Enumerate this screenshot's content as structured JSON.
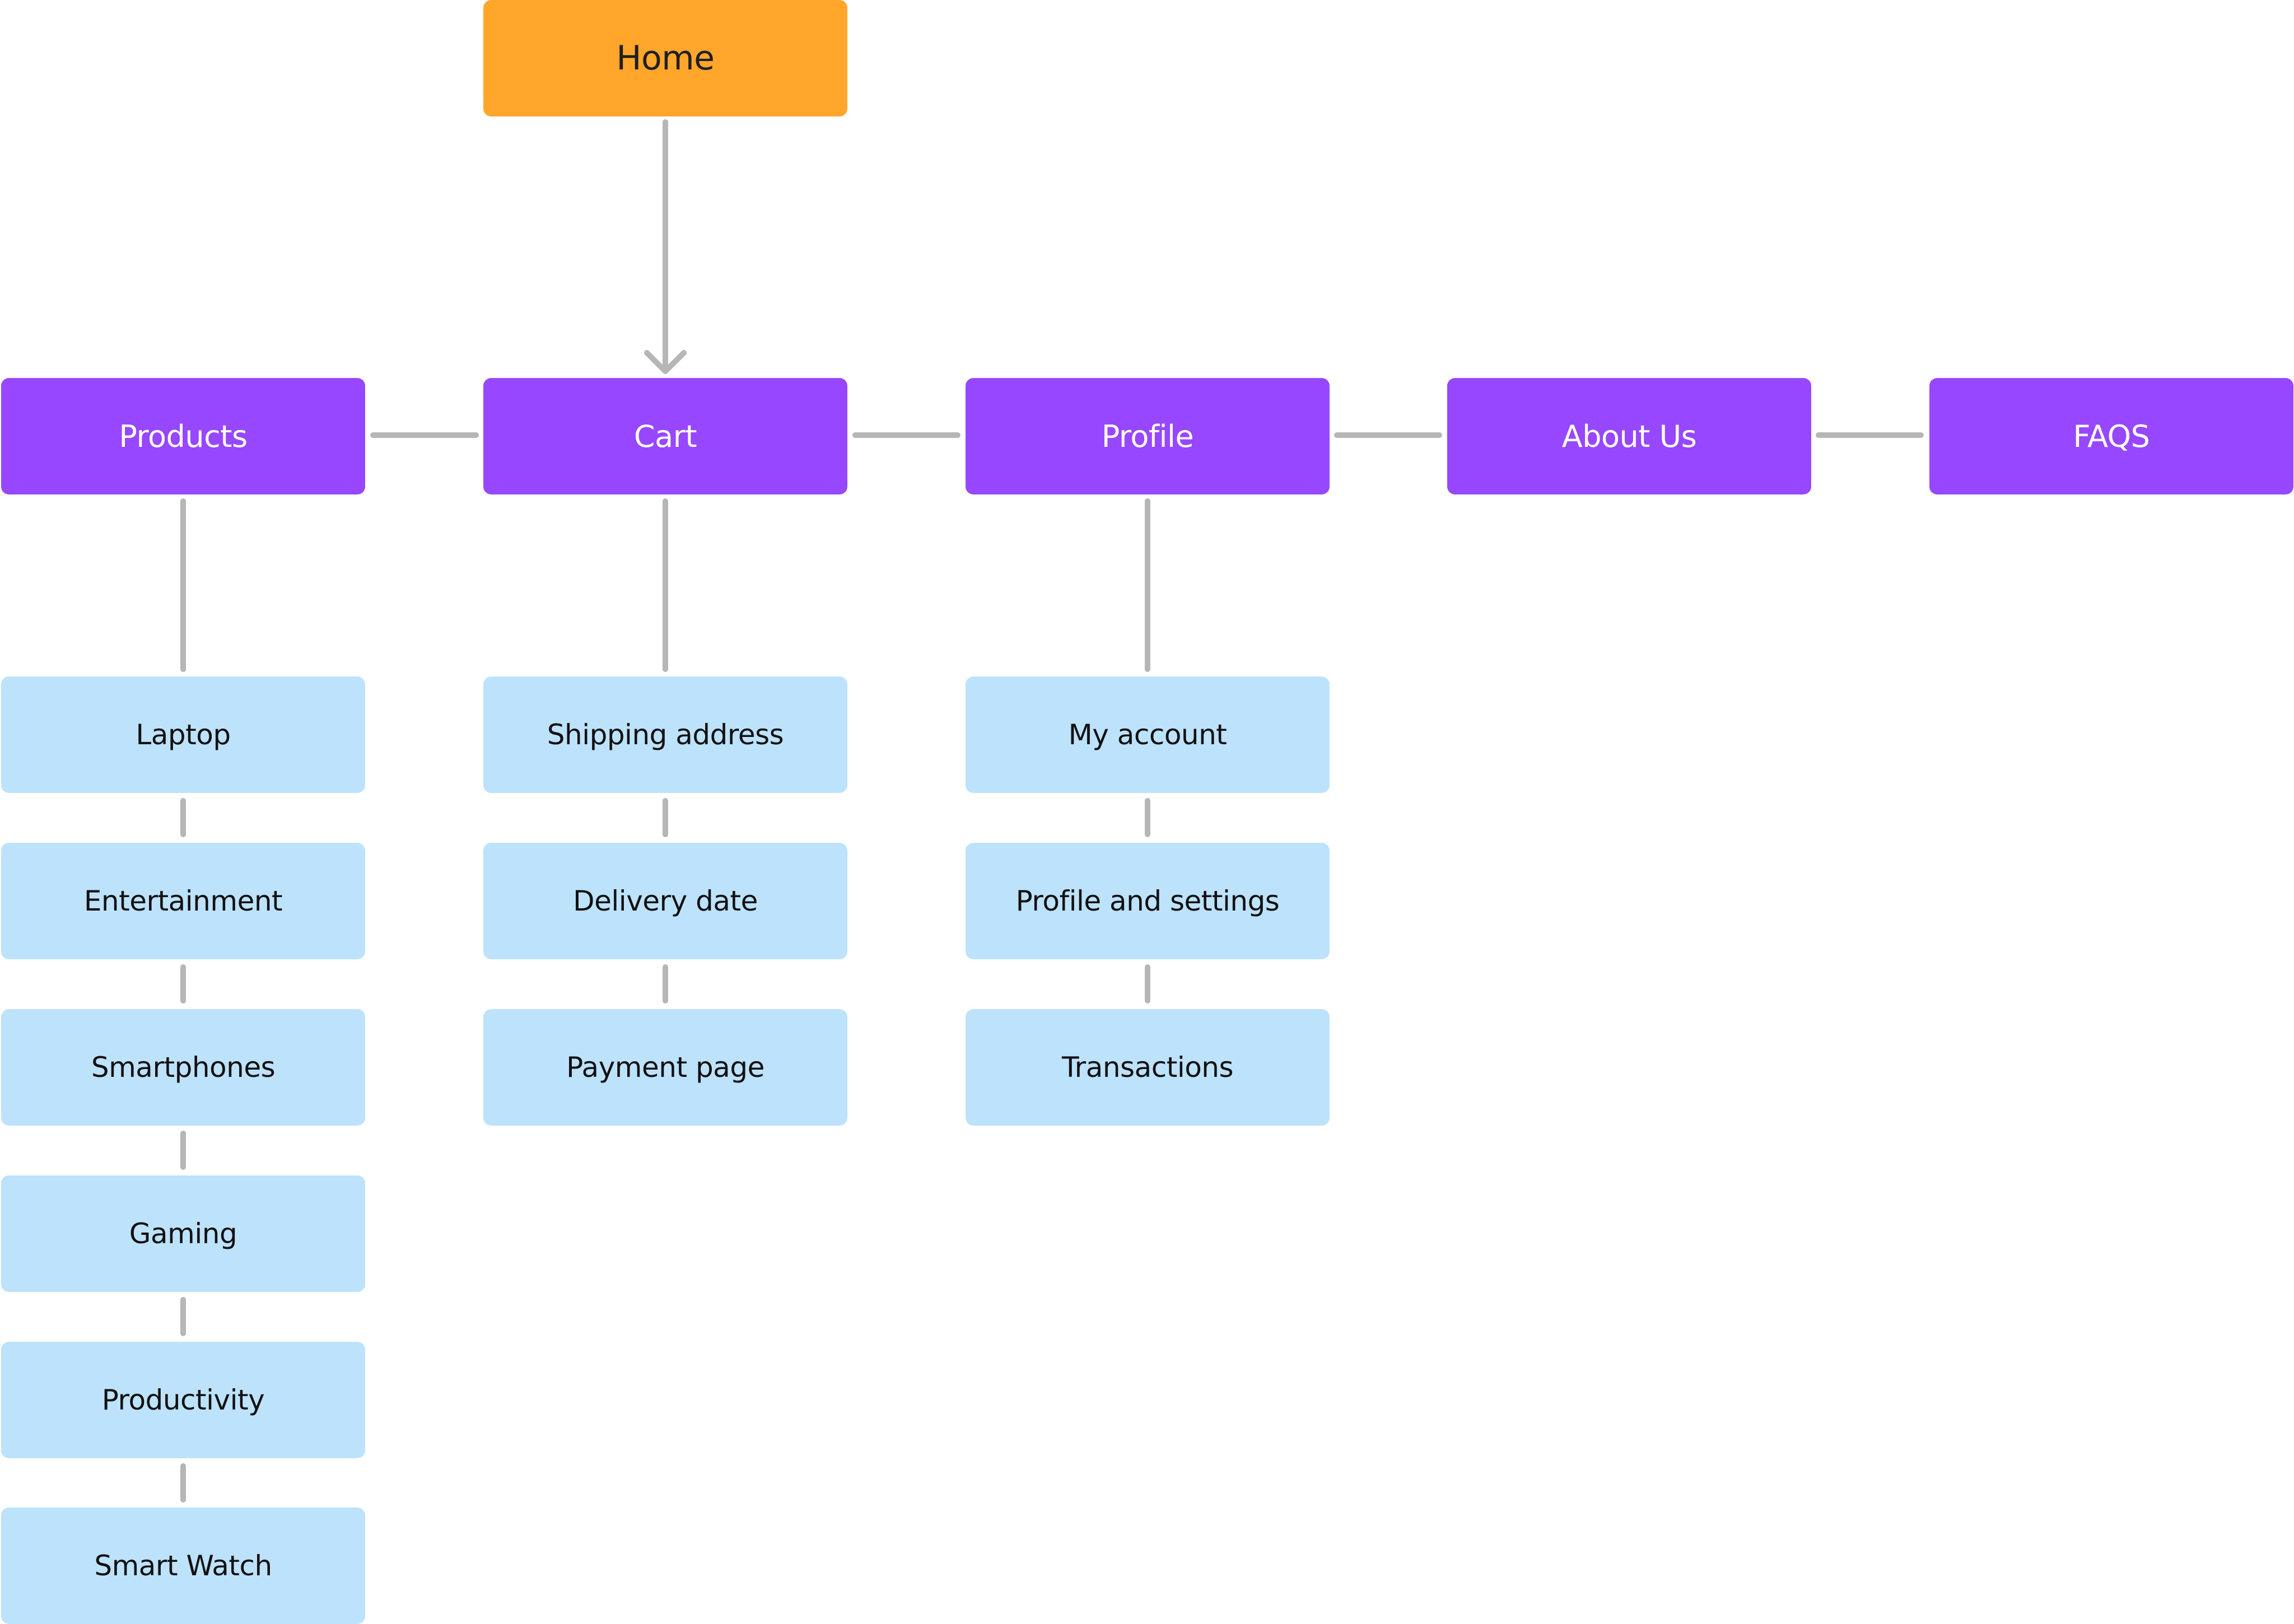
{
  "colors": {
    "home": "#ffa62b",
    "section": "#9747ff",
    "page": "#bde2fc",
    "connector": "#b6b6b6"
  },
  "home": {
    "label": "Home"
  },
  "sections": [
    {
      "label": "Products",
      "children": [
        "Laptop",
        "Entertainment",
        "Smartphones",
        "Gaming",
        "Productivity",
        "Smart Watch"
      ]
    },
    {
      "label": "Cart",
      "children": [
        "Shipping address",
        "Delivery date",
        "Payment page"
      ]
    },
    {
      "label": "Profile",
      "children": [
        "My account",
        "Profile and settings",
        "Transactions"
      ]
    },
    {
      "label": "About Us",
      "children": []
    },
    {
      "label": "FAQS",
      "children": []
    }
  ]
}
